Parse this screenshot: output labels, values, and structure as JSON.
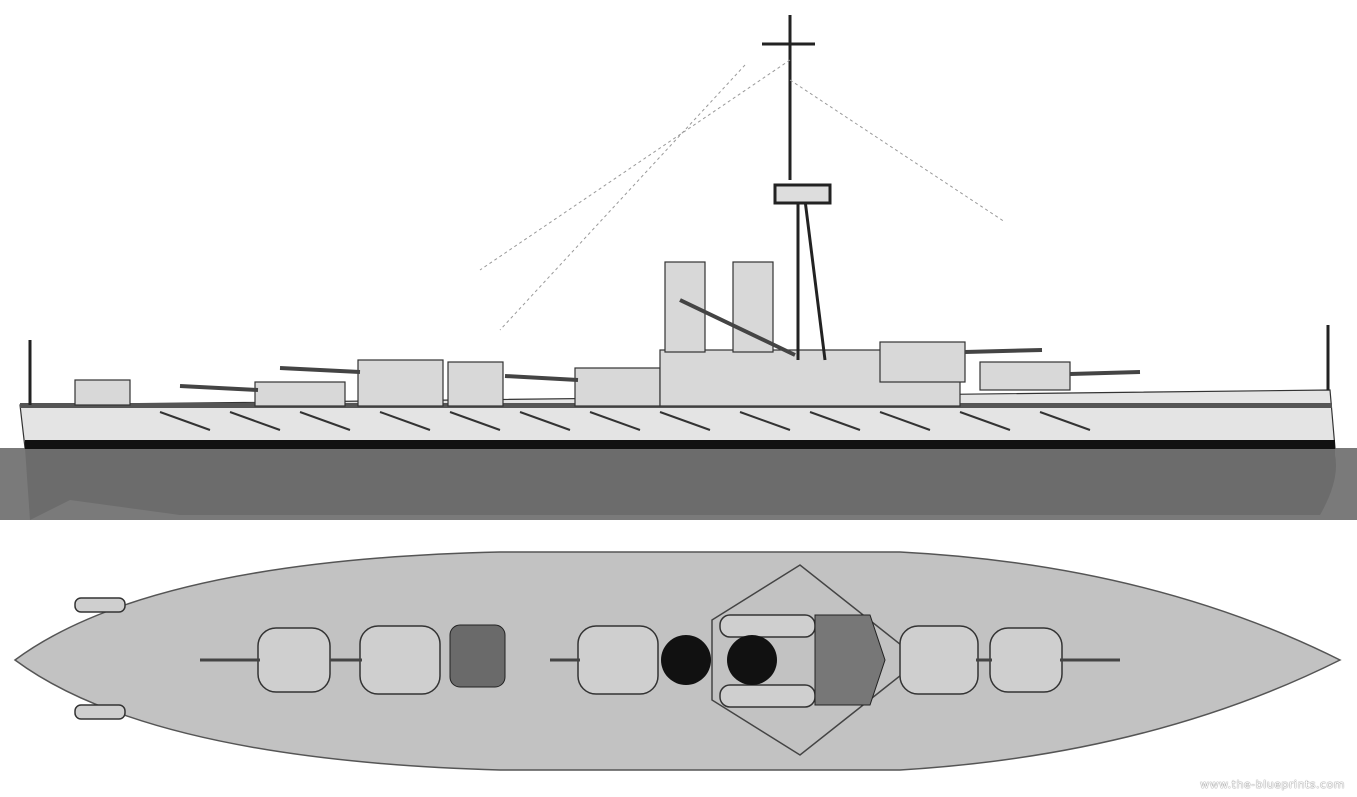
{
  "watermark": "www.the-blueprints.com",
  "views": [
    "side-profile",
    "top-plan"
  ],
  "colors": {
    "hull": "#e2e2e2",
    "underwater": "#777777",
    "deck": "#c4c4c4",
    "funnel_top": "#111111",
    "line": "#222222"
  }
}
